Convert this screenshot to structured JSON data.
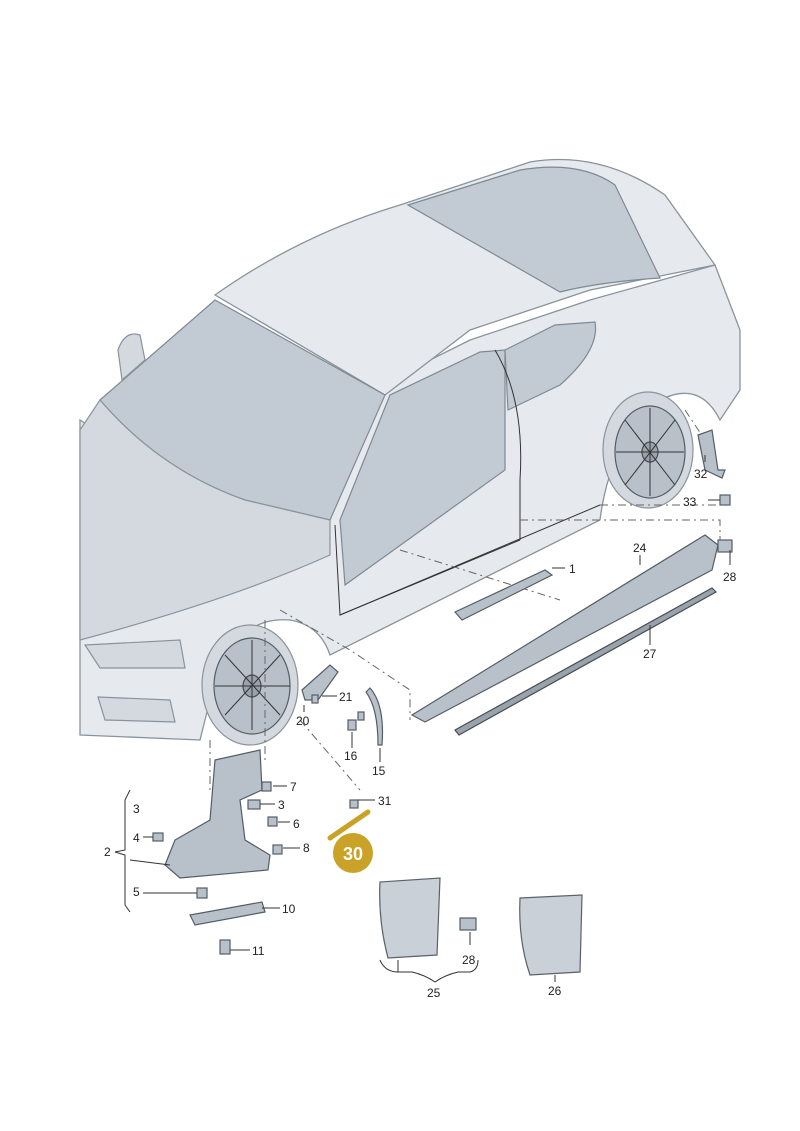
{
  "labels": {
    "l1": "1",
    "l2": "2",
    "l3a": "3",
    "l3b": "3",
    "l4": "4",
    "l5": "5",
    "l6": "6",
    "l7": "7",
    "l8": "8",
    "l10": "10",
    "l11": "11",
    "l15": "15",
    "l16": "16",
    "l20": "20",
    "l21": "21",
    "l24": "24",
    "l25": "25",
    "l26": "26",
    "l27": "27",
    "l28a": "28",
    "l28b": "28",
    "l31": "31",
    "l32": "32",
    "l33": "33"
  },
  "highlight": {
    "label": "30",
    "color": "#c9a227",
    "text_color": "#ffffff"
  },
  "colors": {
    "body": "#e6eaee",
    "glass": "#c2cbd3",
    "part": "#b8c1c9",
    "line": "#333333"
  }
}
